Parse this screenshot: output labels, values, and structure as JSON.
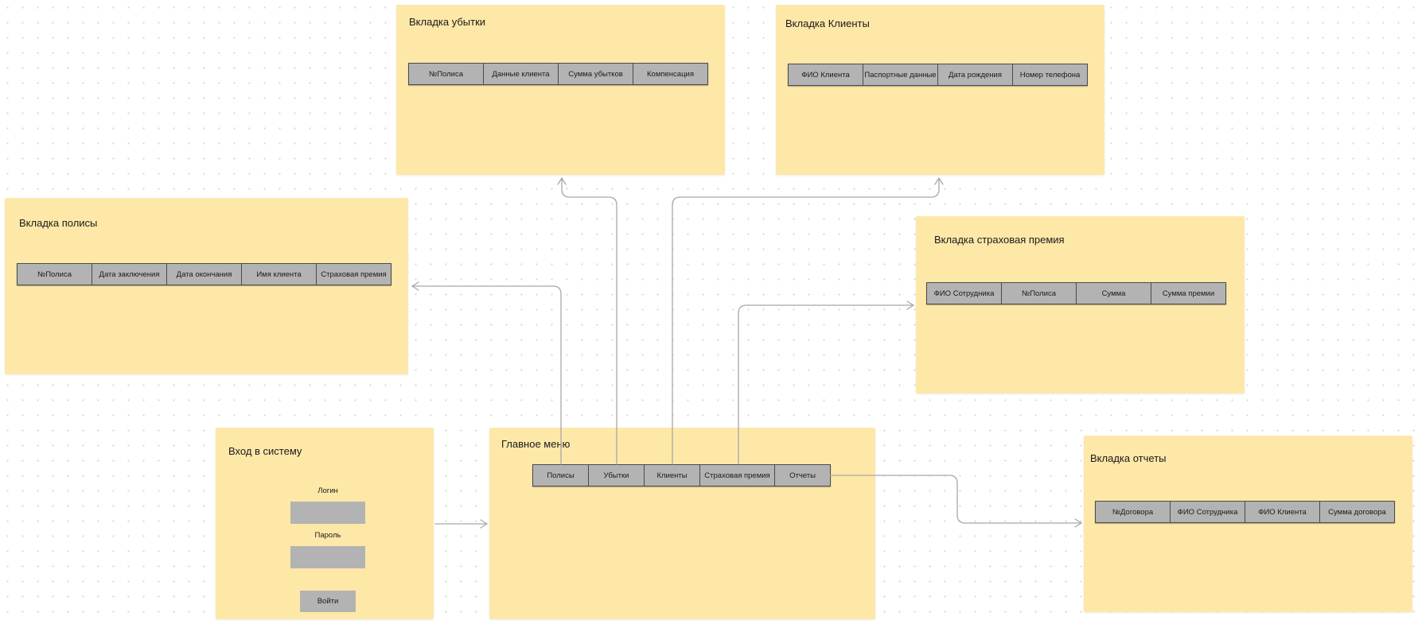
{
  "cards": {
    "losses": {
      "title": "Вкладка убытки",
      "tabs": [
        "№Полиса",
        "Данные клиента",
        "Сумма убытков",
        "Компенсация"
      ]
    },
    "clients": {
      "title": "Вкладка Клиенты",
      "tabs": [
        "ФИО Клиента",
        "Паспортные данные",
        "Дата рождения",
        "Номер телефона"
      ]
    },
    "policies": {
      "title": "Вкладка полисы",
      "tabs": [
        "№Полиса",
        "Дата заключения",
        "Дата окончания",
        "Имя клиента",
        "Страховая премия"
      ]
    },
    "premium": {
      "title": "Вкладка страховая премия",
      "tabs": [
        "ФИО Сотрудника",
        "№Полиса",
        "Сумма",
        "Сумма премии"
      ]
    },
    "login": {
      "title": "Вход в систему",
      "login_label": "Логин",
      "password_label": "Пароль",
      "submit_label": "Войти"
    },
    "main_menu": {
      "title": "Главное меню",
      "tabs": [
        "Полисы",
        "Убытки",
        "Клиенты",
        "Страховая премия",
        "Отчеты"
      ]
    },
    "reports": {
      "title": "Вкладка отчеты",
      "tabs": [
        "№Договора",
        "ФИО Сотрудника",
        "ФИО Клиента",
        "Сумма договора"
      ]
    }
  },
  "colors": {
    "card": "#fde8a8",
    "tab": "#b3b3b3",
    "connector": "#a8a8a8"
  }
}
